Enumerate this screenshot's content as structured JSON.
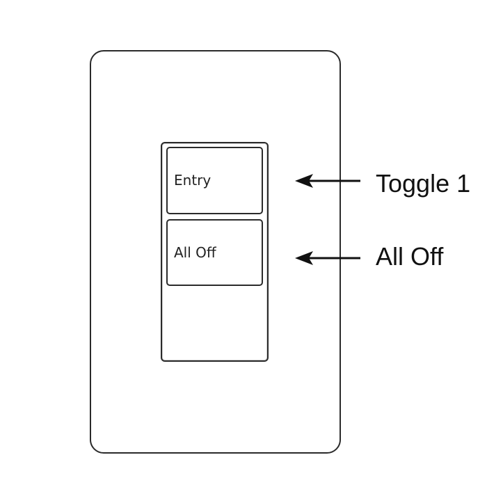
{
  "keypad": {
    "buttons": [
      {
        "label": "Entry"
      },
      {
        "label": "All Off"
      }
    ]
  },
  "callouts": [
    {
      "label": "Toggle 1",
      "icon": "arrow-left-icon"
    },
    {
      "label": "All Off",
      "icon": "arrow-left-icon"
    }
  ],
  "colors": {
    "outline": "#2a2a2a",
    "background": "#ffffff",
    "text": "#111111"
  }
}
